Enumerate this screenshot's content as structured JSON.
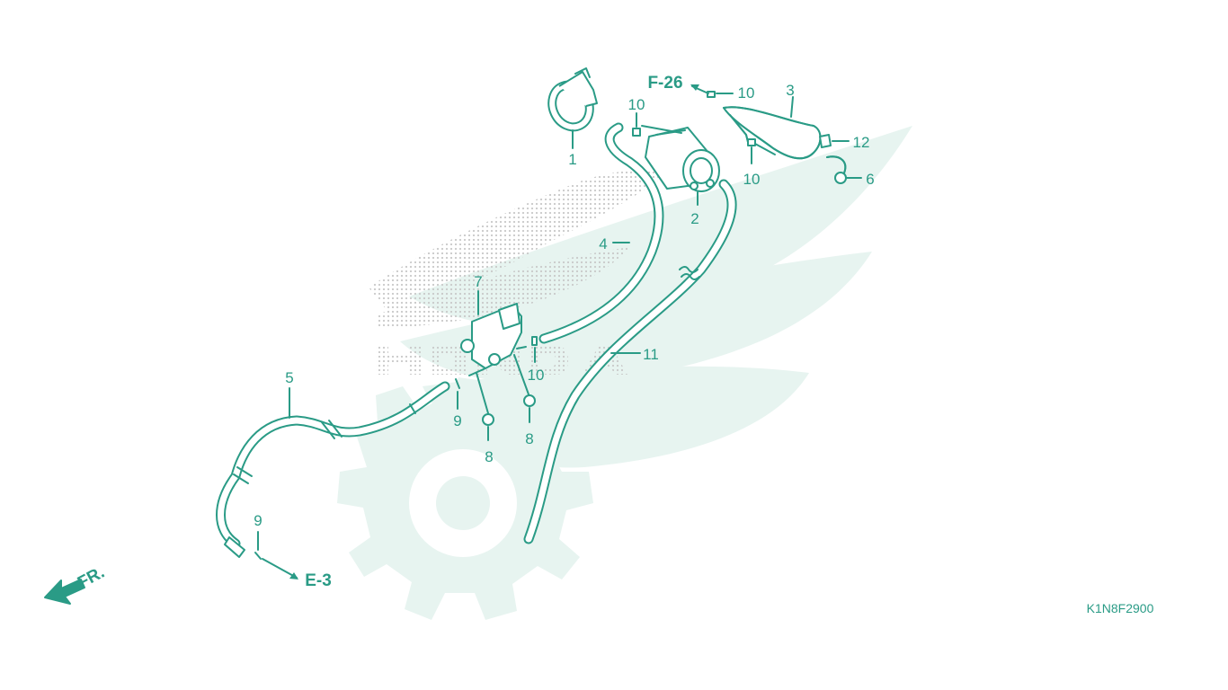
{
  "diagram": {
    "code": "K1N8F2900",
    "direction_label": "FR.",
    "references": {
      "f26": "F-26",
      "e3": "E-3"
    },
    "callouts": {
      "c1": "1",
      "c2": "2",
      "c3": "3",
      "c4": "4",
      "c5": "5",
      "c6": "6",
      "c7": "7",
      "c8a": "8",
      "c8b": "8",
      "c9a": "9",
      "c9b": "9",
      "c10a": "10",
      "c10b": "10",
      "c10c": "10",
      "c10d": "10",
      "c11": "11",
      "c12": "12"
    },
    "watermark": "HONDA",
    "colors": {
      "line": "#2a9b86",
      "watermark": "#e6f3ef",
      "dots": "#c9c9c9"
    }
  }
}
